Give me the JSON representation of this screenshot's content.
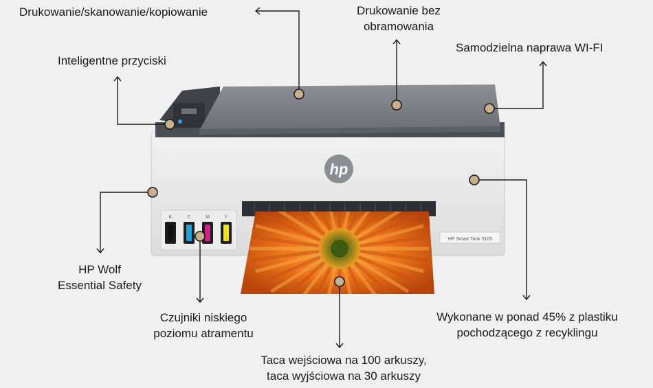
{
  "callouts": {
    "print_scan_copy": "Drukowanie/skanowanie/kopiowanie",
    "borderless_line1": "Drukowanie bez",
    "borderless_line2": "obramowania",
    "wifi_self_repair": "Samodzielna naprawa WI-FI",
    "smart_buttons": "Inteligentne przyciski",
    "wolf_line1": "HP Wolf",
    "wolf_line2": "Essential Safety",
    "ink_sensor_line1": "Czujniki niskiego",
    "ink_sensor_line2": "poziomu atramentu",
    "recycled_line1": "Wykonane w ponad 45% z plastiku",
    "recycled_line2": "pochodzącego z recyklingu",
    "trays_line1": "Taca wejściowa na 100 arkuszy,",
    "trays_line2": "taca wyjściowa na 30 arkuszy"
  },
  "printer": {
    "logo": "hp",
    "model_label": "HP Smart Tank 5105",
    "ink_letters": [
      "K",
      "C",
      "M",
      "Y"
    ],
    "ink_colors": [
      "#111111",
      "#1fa3d8",
      "#d4208f",
      "#f2e21c"
    ]
  },
  "colors": {
    "background": "#f0f0f0",
    "marker_fill": "#c6b08f",
    "body": "#e9e9e9",
    "lid": "#7c8084",
    "flower_orange": "#f07a1e"
  }
}
